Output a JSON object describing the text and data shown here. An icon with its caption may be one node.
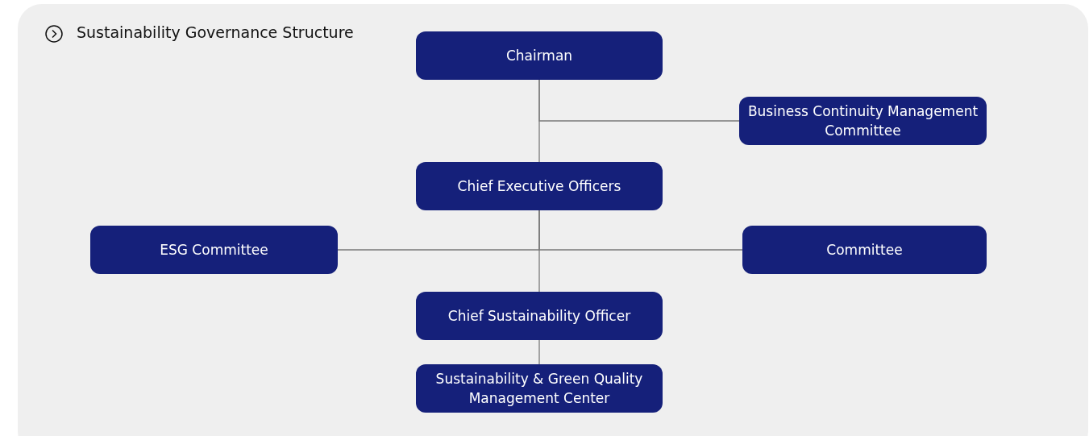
{
  "diagram": {
    "title": "Sustainability Governance Structure",
    "nodes": [
      {
        "text": [
          "Chairman"
        ]
      },
      {
        "text": [
          "Business Continuity Management Committee"
        ]
      },
      {
        "text": [
          "Chief Executive Officers"
        ]
      },
      {
        "text": [
          "ESG Committee"
        ]
      },
      {
        "text": [
          "Committee"
        ]
      },
      {
        "text": [
          "Chief Sustainability Officer"
        ]
      },
      {
        "text": [
          "Sustainability & Green Quality Management Center"
        ]
      }
    ],
    "edges": [
      {
        "from": 0,
        "to": 2,
        "arrow": "none"
      },
      {
        "from": 0,
        "to": 1,
        "arrow": "none"
      },
      {
        "from": 2,
        "to": 3,
        "arrow": "none"
      },
      {
        "from": 2,
        "to": 4,
        "arrow": "none"
      },
      {
        "from": 2,
        "to": 5,
        "arrow": "none"
      },
      {
        "from": 5,
        "to": 6,
        "arrow": "none"
      }
    ]
  }
}
